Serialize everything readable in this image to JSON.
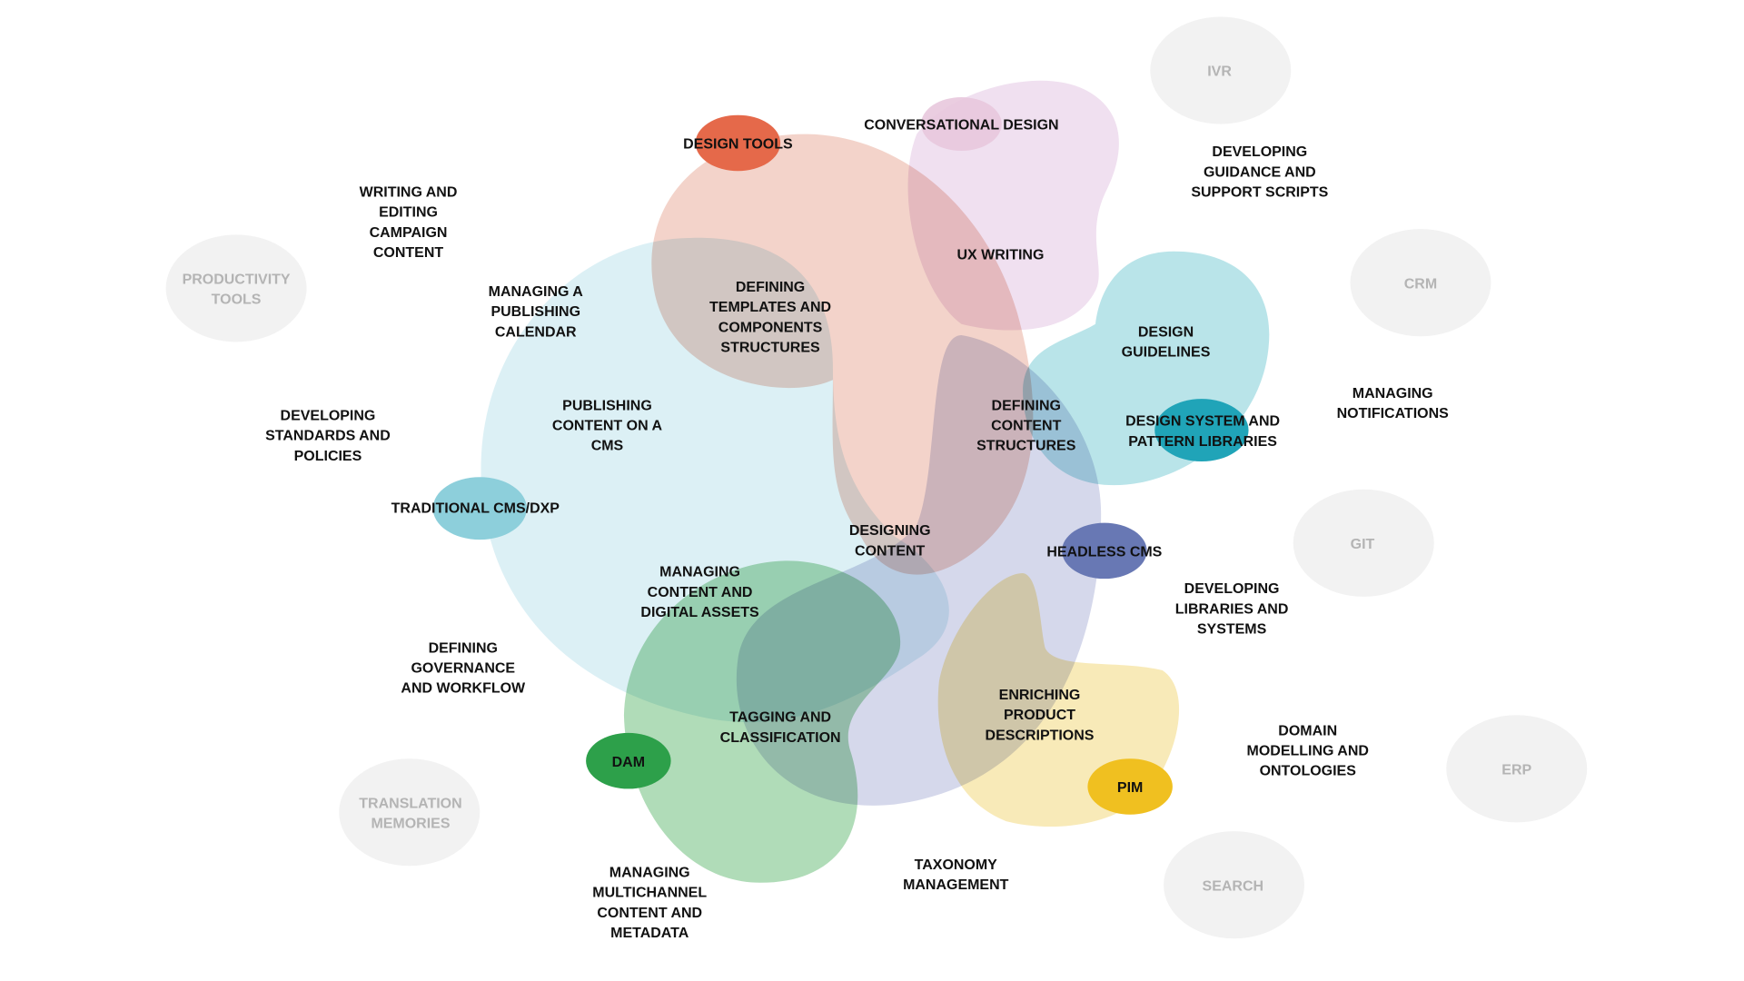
{
  "colors": {
    "cms_blue": "#dcf0f5",
    "design_salmon": "#f2cfc4",
    "ux_pink": "#f0e0f0",
    "design_teal": "#b5e3e8",
    "headless_lavender": "#d3d6ea",
    "dam_green": "#a8d8b0",
    "pim_yellow": "#f8e8b0",
    "tool_gray": "#f2f2f2"
  },
  "tools": {
    "design_tools": "DESIGN TOOLS",
    "traditional_cms": "TRADITIONAL CMS/DXP",
    "design_system": [
      "DESIGN SYSTEM AND",
      "PATTERN LIBRARIES"
    ],
    "headless_cms": "HEADLESS CMS",
    "dam": "DAM",
    "pim": "PIM",
    "conversational_design": "CONVERSATIONAL DESIGN"
  },
  "external_tools": {
    "ivr": "IVR",
    "productivity": [
      "PRODUCTIVITY",
      "TOOLS"
    ],
    "crm": "CRM",
    "git": "GIT",
    "erp": "ERP",
    "translation": [
      "TRANSLATION",
      "MEMORIES"
    ],
    "search": "SEARCH"
  },
  "activities": {
    "writing_editing": [
      "WRITING AND",
      "EDITING",
      "CAMPAIGN",
      "CONTENT"
    ],
    "publishing_calendar": [
      "MANAGING A",
      "PUBLISHING",
      "CALENDAR"
    ],
    "standards": [
      "DEVELOPING",
      "STANDARDS AND",
      "POLICIES"
    ],
    "publishing_cms": [
      "PUBLISHING",
      "CONTENT ON A",
      "CMS"
    ],
    "templates": [
      "DEFINING",
      "TEMPLATES AND",
      "COMPONENTS",
      "STRUCTURES"
    ],
    "ux_writing": "UX WRITING",
    "guidance": [
      "DEVELOPING",
      "GUIDANCE AND",
      "SUPPORT SCRIPTS"
    ],
    "design_guidelines": [
      "DESIGN",
      "GUIDELINES"
    ],
    "content_structures": [
      "DEFINING",
      "CONTENT",
      "STRUCTURES"
    ],
    "notifications": [
      "MANAGING",
      "NOTIFICATIONS"
    ],
    "designing_content": [
      "DESIGNING",
      "CONTENT"
    ],
    "digital_assets": [
      "MANAGING",
      "CONTENT AND",
      "DIGITAL ASSETS"
    ],
    "libraries": [
      "DEVELOPING",
      "LIBRARIES AND",
      "SYSTEMS"
    ],
    "governance": [
      "DEFINING",
      "GOVERNANCE",
      "AND WORKFLOW"
    ],
    "tagging": [
      "TAGGING AND",
      "CLASSIFICATION"
    ],
    "enriching": [
      "ENRICHING",
      "PRODUCT",
      "DESCRIPTIONS"
    ],
    "domain_modelling": [
      "DOMAIN",
      "MODELLING AND",
      "ONTOLOGIES"
    ],
    "multichannel": [
      "MANAGING",
      "MULTICHANNEL",
      "CONTENT AND",
      "METADATA"
    ],
    "taxonomy": [
      "TAXONOMY",
      "MANAGEMENT"
    ]
  }
}
